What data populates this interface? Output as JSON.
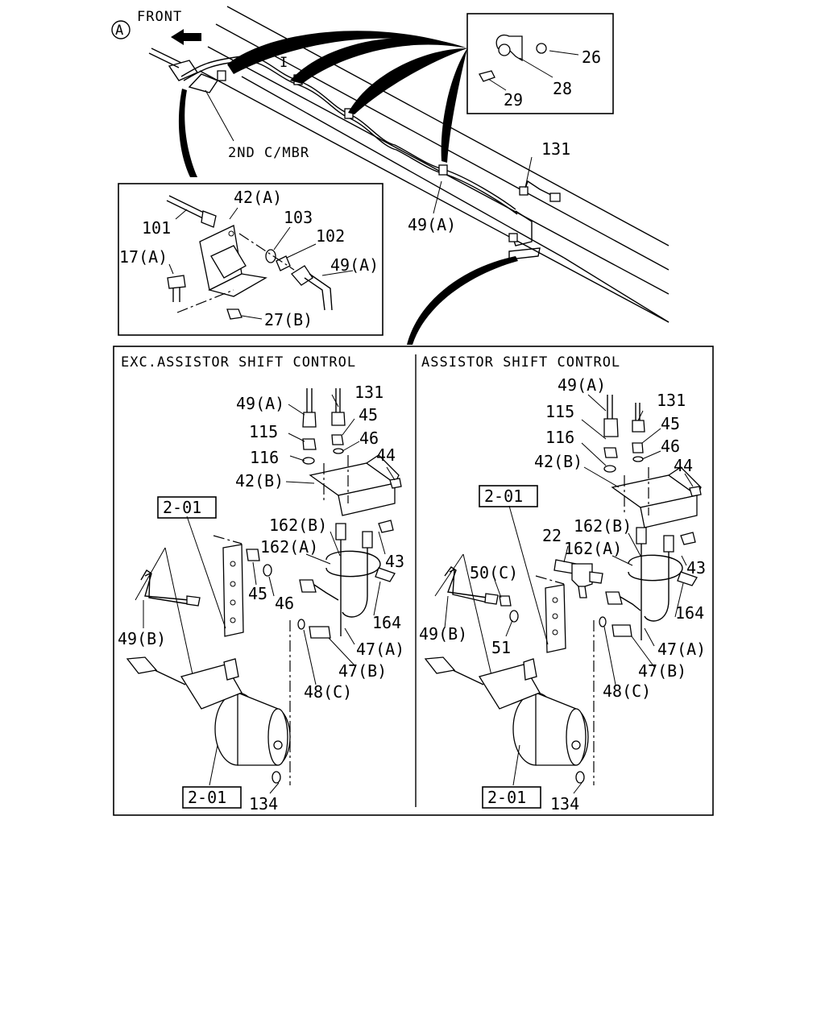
{
  "diagram": {
    "marker": {
      "circle_letter": "A",
      "front_label": "FRONT"
    },
    "top_view": {
      "crossmember_label": "2ND C/MBR",
      "roman_numeral": "I",
      "labels": {
        "p131": "131",
        "p49a": "49(A)"
      }
    },
    "clip_detail": {
      "labels": {
        "p26": "26",
        "p28": "28",
        "p29": "29"
      }
    },
    "bracket_detail": {
      "labels": {
        "p101": "101",
        "p42a": "42(A)",
        "p103": "103",
        "p102": "102",
        "p17a": "17(A)",
        "p49a": "49(A)",
        "p27b": "27(B)"
      }
    },
    "exc_panel": {
      "title": "EXC.ASSISTOR SHIFT CONTROL",
      "labels": {
        "p49a": "49(A)",
        "p131": "131",
        "p115": "115",
        "p45top": "45",
        "p46top": "46",
        "p116": "116",
        "p44": "44",
        "p42b": "42(B)",
        "ref_upper": "2-01",
        "p162b": "162(B)",
        "p162a": "162(A)",
        "p43": "43",
        "p45": "45",
        "p46": "46",
        "p164": "164",
        "p49b": "49(B)",
        "p47a": "47(A)",
        "p47b": "47(B)",
        "p48c": "48(C)",
        "ref_lower": "2-01",
        "p134": "134"
      }
    },
    "asc_panel": {
      "title": "ASSISTOR SHIFT CONTROL",
      "labels": {
        "p49a": "49(A)",
        "p131": "131",
        "p115": "115",
        "p45top": "45",
        "p116": "116",
        "p46top": "46",
        "p42b": "42(B)",
        "p44": "44",
        "ref_upper": "2-01",
        "p162b": "162(B)",
        "p22": "22",
        "p162a": "162(A)",
        "p43": "43",
        "p50c": "50(C)",
        "p164": "164",
        "p49b": "49(B)",
        "p51": "51",
        "p47a": "47(A)",
        "p47b": "47(B)",
        "p48c": "48(C)",
        "ref_lower": "2-01",
        "p134": "134"
      }
    }
  }
}
